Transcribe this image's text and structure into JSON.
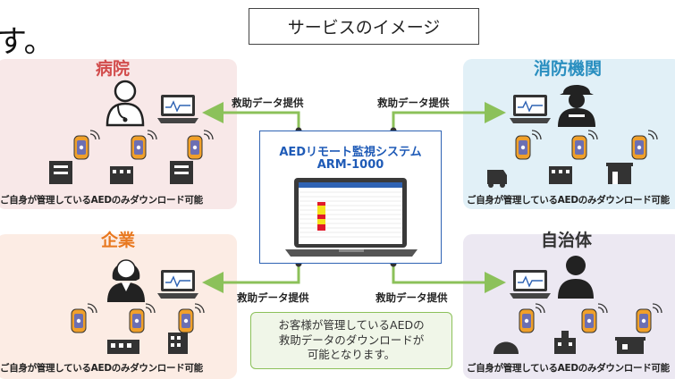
{
  "header": {
    "cut_text": "す。",
    "title": "サービスのイメージ"
  },
  "panels": {
    "hospital": {
      "title": "病院",
      "caption": "ご自身が管理しているAEDのみダウンロード可能"
    },
    "fire": {
      "title": "消防機関",
      "caption": "ご自身が管理しているAEDのみダウンロード可能"
    },
    "company": {
      "title": "企業",
      "caption": "ご自身が管理しているAEDのみダウンロード可能"
    },
    "municipality": {
      "title": "自治体",
      "caption": "ご自身が管理しているAEDのみダウンロード可能"
    }
  },
  "arrows": {
    "top_left": "救助データ提供",
    "top_right": "救助データ提供",
    "bottom_left": "救助データ提供",
    "bottom_right": "救助データ提供"
  },
  "system": {
    "name_line1": "AEDリモート監視システム",
    "name_line2": "ARM-1000"
  },
  "note": {
    "line1": "お客様が管理しているAEDの",
    "line2": "救助データのダウンロードが",
    "line3": "可能となります。"
  },
  "colors": {
    "hospital_bg": "#f8e8e8",
    "hospital_title": "#d24c4c",
    "fire_bg": "#e1f0f7",
    "fire_title": "#2a8fc0",
    "company_bg": "#fcece4",
    "company_title": "#e8781f",
    "municipality_bg": "#ece8f2",
    "municipality_title": "#333333",
    "arrow": "#8cc15a",
    "system_blue": "#1f5bb7"
  }
}
